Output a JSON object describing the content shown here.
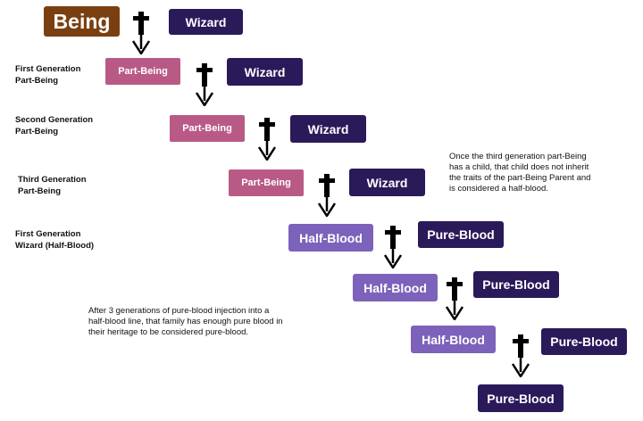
{
  "boxes": {
    "being": "Being",
    "wizard_1": "Wizard",
    "wizard_2": "Wizard",
    "wizard_3": "Wizard",
    "wizard_4": "Wizard",
    "part_being_1": "Part-Being",
    "part_being_2": "Part-Being",
    "part_being_3": "Part-Being",
    "half_blood_1": "Half-Blood",
    "half_blood_2": "Half-Blood",
    "half_blood_3": "Half-Blood",
    "pure_blood_1": "Pure-Blood",
    "pure_blood_2": "Pure-Blood",
    "pure_blood_3": "Pure-Blood",
    "pure_blood_final": "Pure-Blood"
  },
  "generation_labels": {
    "first_part_being": [
      "First Generation",
      "Part-Being"
    ],
    "second_part_being": [
      "Second Generation",
      "Part-Being"
    ],
    "third_part_being": [
      "Third Generation",
      "Part-Being"
    ],
    "first_wizard_half_blood": [
      "First Generation",
      "Wizard (Half-Blood)"
    ]
  },
  "notes": {
    "third_generation": [
      "Once the third generation part-Being",
      "has a child, that child does not inherit",
      "the traits of the part-Being Parent and",
      "is considered a half-blood."
    ],
    "pure_blood_injection": [
      "After 3 generations of pure-blood injection into a",
      "half-blood line, that family has enough pure blood in",
      "their heritage to be considered pure-blood."
    ]
  },
  "colors": {
    "being": "#7a3f10",
    "wizard": "#2a1a5a",
    "part_being": "#b95a86",
    "half_blood": "#7c62ba",
    "pure_blood": "#2a1a5a",
    "arrow": "#000000"
  },
  "icons": [
    "cross-arrow-icon"
  ]
}
